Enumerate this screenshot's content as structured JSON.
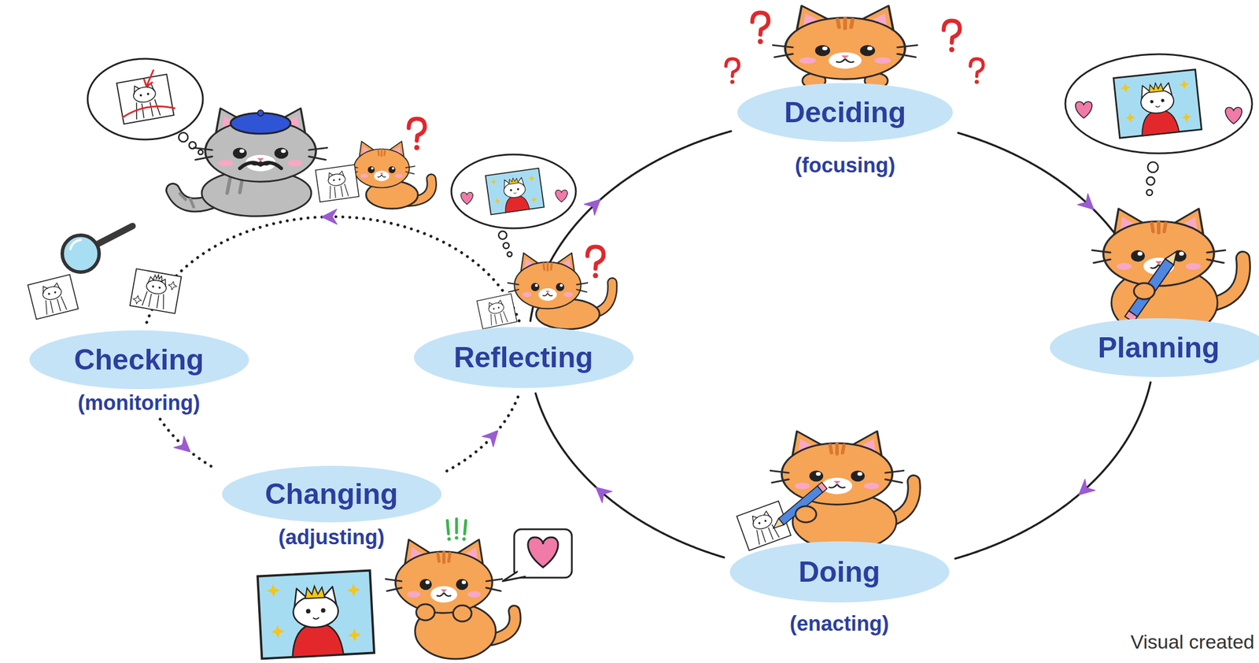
{
  "diagram": {
    "nodes": [
      {
        "text": [
          "Deciding",
          "(focusing)"
        ]
      },
      {
        "text": [
          "Planning"
        ]
      },
      {
        "text": [
          "Doing",
          "(enacting)"
        ]
      },
      {
        "text": [
          "Reflecting"
        ]
      },
      {
        "text": [
          "Checking",
          "(monitoring)"
        ]
      },
      {
        "text": [
          "Changing",
          "(adjusting)"
        ]
      }
    ],
    "edges": [
      {
        "from": 0,
        "to": 1,
        "arrow": "to"
      },
      {
        "from": 1,
        "to": 2,
        "arrow": "to"
      },
      {
        "from": 2,
        "to": 3,
        "arrow": "to"
      },
      {
        "from": 3,
        "to": 0,
        "arrow": "to"
      },
      {
        "from": 3,
        "to": 4,
        "arrow": "to"
      },
      {
        "from": 4,
        "to": 5,
        "arrow": "to"
      },
      {
        "from": 5,
        "to": 3,
        "arrow": "to"
      }
    ],
    "labels": [
      "Visual created"
    ]
  }
}
